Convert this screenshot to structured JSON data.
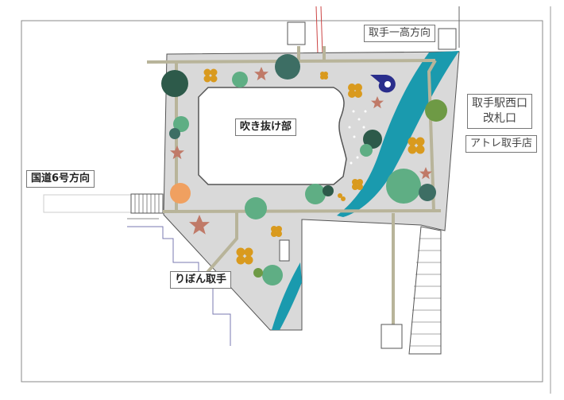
{
  "map": {
    "labels": {
      "toride_ichiko": "取手一高方向",
      "station_west": "取手駅西口",
      "ticket_gate": "改札口",
      "atre": "アトレ取手店",
      "route6": "国道6号方向",
      "ribbon": "りぼん取手",
      "atrium": "吹き抜け部"
    },
    "colors": {
      "plaza": "#d9d9d9",
      "river": "#1a9aae",
      "path": "#b8b49a",
      "dark_green": "#2d5a4a",
      "mid_green": "#5fae84",
      "olive": "#6e9a45",
      "orange": "#f0a060",
      "star": "#c07a68",
      "flower": "#d99a1e",
      "logo": "#2a2e8c"
    }
  }
}
